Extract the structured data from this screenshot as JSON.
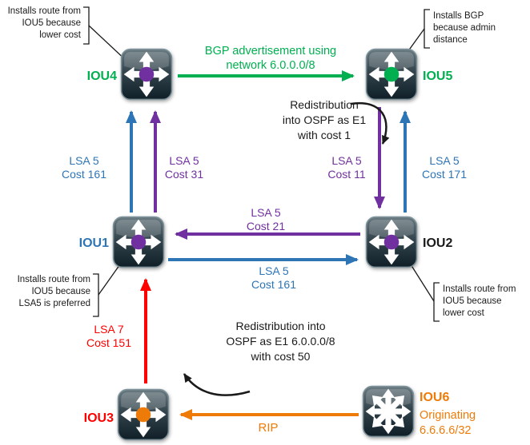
{
  "colors": {
    "green": "#00B050",
    "purple": "#7030A0",
    "blue": "#2E75B6",
    "red": "#FF0000",
    "orange": "#EE7B08",
    "black": "#1A1A1A"
  },
  "nodes": {
    "iou4": {
      "label": "IOU4",
      "dot": "#7030A0"
    },
    "iou5": {
      "label": "IOU5",
      "dot": "#00B050"
    },
    "iou1": {
      "label": "IOU1",
      "dot": "#7030A0"
    },
    "iou2": {
      "label": "IOU2",
      "dot": "#7030A0"
    },
    "iou3": {
      "label": "IOU3",
      "dot": "#EE7B08"
    },
    "iou6": {
      "label": "IOU6",
      "sub_line1": "Originating",
      "sub_line2": "6.6.6.6/32"
    }
  },
  "annotations": {
    "top_left": {
      "line1": "Installs route from",
      "line2": "IOU5 because",
      "line3": "lower cost"
    },
    "top_right": {
      "line1": "Installs BGP",
      "line2": "because admin",
      "line3": "distance"
    },
    "mid_left": {
      "line1": "Installs route from",
      "line2": "IOU5 because",
      "line3": "LSA5 is preferred"
    },
    "mid_right": {
      "line1": "Installs route from",
      "line2": "IOU5 because",
      "line3": "lower cost"
    },
    "redist_top": {
      "line1": "Redistribution",
      "line2": "into OSPF as E1",
      "line3": "with cost 1"
    },
    "redist_bottom": {
      "line1": "Redistribution into",
      "line2": "OSPF as E1 6.0.0.0/8",
      "line3": "with cost 50"
    }
  },
  "edges": {
    "bgp": {
      "line1": "BGP advertisement using",
      "line2": "network 6.0.0.0/8"
    },
    "iou1_iou4_blue": {
      "line1": "LSA 5",
      "line2": "Cost 161"
    },
    "iou1_iou4_purple": {
      "line1": "LSA 5",
      "line2": "Cost 31"
    },
    "iou5_iou2_purple": {
      "line1": "LSA 5",
      "line2": "Cost 11"
    },
    "iou2_iou5_blue": {
      "line1": "LSA 5",
      "line2": "Cost 171"
    },
    "iou2_iou1_purple": {
      "line1": "LSA 5",
      "line2": "Cost 21"
    },
    "iou1_iou2_blue": {
      "line1": "LSA 5",
      "line2": "Cost 161"
    },
    "iou3_iou1_red": {
      "line1": "LSA 7",
      "line2": "Cost 151"
    },
    "iou6_iou3_rip": {
      "label": "RIP"
    }
  }
}
